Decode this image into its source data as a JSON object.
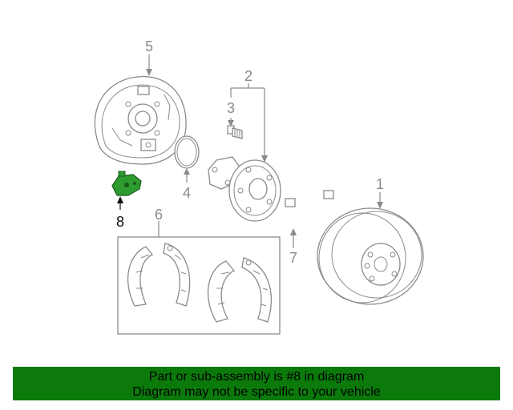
{
  "callouts": {
    "c1": "1",
    "c2": "2",
    "c3": "3",
    "c4": "4",
    "c5": "5",
    "c6": "6",
    "c7": "7",
    "c8": "8"
  },
  "highlight_color": "#2e9b2e",
  "banner": {
    "line1": "Part or sub-assembly is #8 in diagram",
    "line2": "Diagram may not be specific to your vehicle",
    "background": "#0b7a0b"
  }
}
